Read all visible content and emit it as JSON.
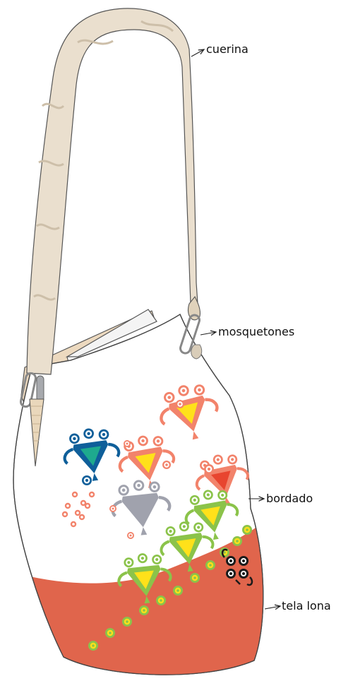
{
  "labels": {
    "strap": "cuerina",
    "clips": "mosquetones",
    "embroidery": "bordado",
    "fabric": "tela lona"
  },
  "colors": {
    "strap": "#eadfce",
    "strap_outline": "#555555",
    "flap": "#ecd9bf",
    "bag_body": "#ffffff",
    "canvas_band": "#e0654c",
    "motif_blue": "#0f5f9a",
    "motif_teal": "#1eaa8e",
    "motif_salmon": "#f2836b",
    "motif_gray": "#a0a2ad",
    "motif_green": "#8bc34a",
    "motif_yellow": "#ffe11a",
    "motif_red": "#e8452f",
    "motif_black": "#1b1b1b"
  },
  "icons": {
    "clip": "carabiner-icon",
    "motif": "andean-figure-icon",
    "arrow": "arrow-right-icon"
  }
}
